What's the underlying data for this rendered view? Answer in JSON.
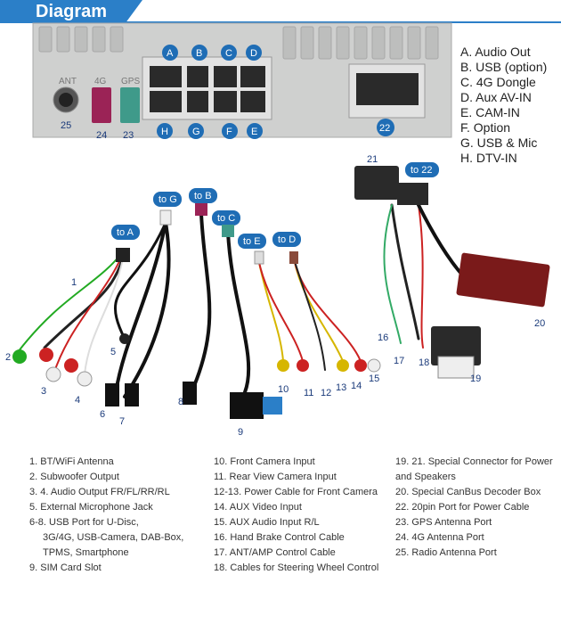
{
  "header": {
    "title": "Diagram"
  },
  "legend": [
    "A. Audio Out",
    "B. USB (option)",
    "C. 4G Dongle",
    "D. Aux AV-IN",
    "E. CAM-IN",
    "F. Option",
    "G. USB & Mic",
    "H. DTV-IN"
  ],
  "ports": {
    "letters_top": [
      "A",
      "B",
      "C",
      "D"
    ],
    "letters_bottom": [
      "H",
      "G",
      "F",
      "E"
    ],
    "antenna_labels": [
      "ANT",
      "4G",
      "GPS"
    ],
    "antenna_numbers": [
      "25",
      "24",
      "23"
    ],
    "port22": "22"
  },
  "cable_tags": [
    "to A",
    "to G",
    "to B",
    "to C",
    "to E",
    "to D",
    "to 22"
  ],
  "callouts": [
    "1",
    "2",
    "3",
    "4",
    "5",
    "6",
    "7",
    "8",
    "9",
    "10",
    "11",
    "12",
    "13",
    "14",
    "15",
    "16",
    "17",
    "18",
    "19",
    "20",
    "21"
  ],
  "notes_col1": [
    "1. BT/WiFi Antenna",
    "2. Subwoofer Output",
    "3. 4. Audio Output FR/FL/RR/RL",
    "5. External Microphone Jack",
    "6-8. USB Port for U-Disc,",
    "3G/4G, USB-Camera, DAB-Box,",
    "TPMS, Smartphone",
    "9. SIM Card Slot"
  ],
  "notes_col2": [
    "10. Front Camera Input",
    "11. Rear View Camera Input",
    "12-13. Power Cable for Front Camera",
    "14. AUX Video Input",
    "15. AUX Audio Input R/L",
    "16. Hand Brake Control Cable",
    "17. ANT/AMP Control Cable",
    "18. Cables for Steering Wheel Control"
  ],
  "notes_col3": [
    "19. 21. Special Connector for Power",
    "and Speakers",
    "20. Special  CanBus Decoder Box",
    "22. 20pin Port for Power Cable",
    "23. GPS Antenna Port",
    "24. 4G Antenna Port",
    "25. Radio Antenna Port"
  ]
}
